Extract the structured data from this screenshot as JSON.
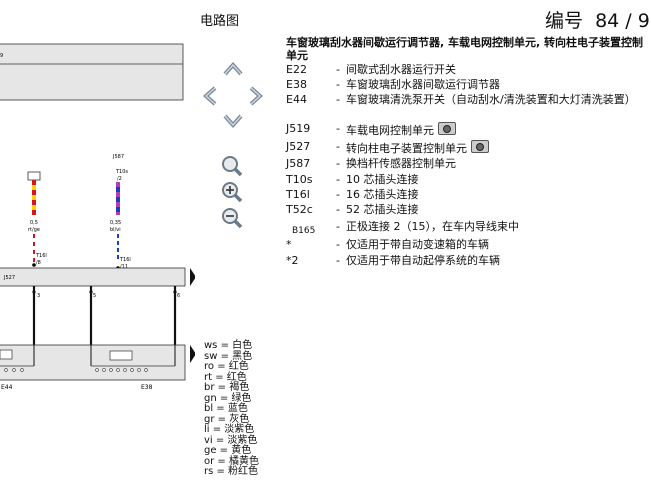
{
  "header": {
    "diagram_label": "电路图",
    "page_number": "编号  84 / 9"
  },
  "title": "车窗玻璃刮水器间歇运行调节器, 车载电网控制单元, 转向柱电子装置控制单元",
  "legend": [
    {
      "code": "E22",
      "desc": "间歇式刮水器运行开关",
      "camera": false
    },
    {
      "code": "E38",
      "desc": "车窗玻璃刮水器间歇运行调节器",
      "camera": false
    },
    {
      "code": "E44",
      "desc": "车窗玻璃清洗泵开关（自动刮水/清洗装置和大灯清洗装置）",
      "camera": false
    },
    {
      "code": "J519",
      "desc": "车载电网控制单元",
      "camera": true
    },
    {
      "code": "J527",
      "desc": "转向柱电子装置控制单元",
      "camera": true
    },
    {
      "code": "J587",
      "desc": "换档杆传感器控制单元",
      "camera": false
    },
    {
      "code": "T10s",
      "desc": "10 芯插头连接",
      "camera": false
    },
    {
      "code": "T16l",
      "desc": "16 芯插头连接",
      "camera": false
    },
    {
      "code": "T52c",
      "desc": "52 芯插头连接",
      "camera": false
    },
    {
      "code": "B165",
      "desc": "正极连接 2（15），在车内导线束中",
      "camera": false
    },
    {
      "code": "*",
      "desc": "仅适用于带自动变速箱的车辆",
      "camera": false
    },
    {
      "code": "*2",
      "desc": "仅适用于带自动起停系统的车辆",
      "camera": false
    }
  ],
  "wire_colors": [
    "ws = 白色",
    "sw = 黑色",
    "ro = 红色",
    "rt = 红色",
    "br = 褐色",
    "gn = 绿色",
    "bl = 蓝色",
    "gr = 灰色",
    "li = 淡紫色",
    "vi = 淡紫色",
    "ge = 黄色",
    "or = 橘黄色",
    "rs = 粉红色"
  ],
  "diagram": {
    "j587_label": "J587",
    "j527_label": "J527",
    "e44_label": "E44",
    "e38_label": "E38",
    "t10s_label": "T10s",
    "t10s_pin": "/2",
    "wire_left_size": "0,5",
    "wire_left_color": "rt/ge",
    "wire_right_size": "0,35",
    "wire_right_color": "bl/vi",
    "t16l_label": "T16l",
    "t16l_pin": "/8",
    "t16l_b_label": "T16l",
    "t16l_b_pin": "/11",
    "pin_a": "3",
    "pin_b": "5",
    "pin_c": "6",
    "top_box_label": "9"
  }
}
